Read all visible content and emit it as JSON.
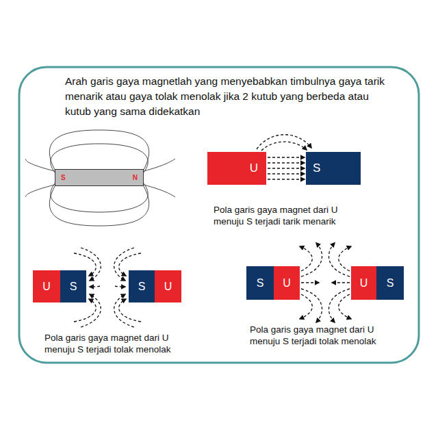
{
  "diagram": {
    "title": "Arah garis gaya magnetlah yang menyebabkan timbulnya gaya tarik menarik atau gaya tolak menolak jika 2 kutub yang berbeda atau kutub yang sama didekatkan",
    "nodes": [
      {
        "text": [
          "S",
          "N"
        ]
      },
      {
        "text": [
          "U"
        ]
      },
      {
        "text": [
          "S"
        ]
      },
      {
        "text": [
          "U"
        ]
      },
      {
        "text": [
          "S"
        ]
      },
      {
        "text": [
          "S"
        ]
      },
      {
        "text": [
          "U"
        ]
      },
      {
        "text": [
          "S"
        ]
      },
      {
        "text": [
          "U"
        ]
      },
      {
        "text": [
          "U"
        ]
      },
      {
        "text": [
          "S"
        ]
      }
    ],
    "edges": [
      {
        "from": 1,
        "to": 2,
        "arrow": "to"
      },
      {
        "from": 1,
        "to": 2,
        "arrow": "to"
      },
      {
        "from": 1,
        "to": 2,
        "arrow": "to"
      },
      {
        "from": 1,
        "to": 2,
        "arrow": "to"
      },
      {
        "from": 1,
        "to": 2,
        "arrow": "to"
      }
    ],
    "labels": [
      "Pola garis gaya magnet dari U menuju S terjadi tarik menarik",
      "Pola garis gaya magnet dari U menuju S terjadi tolak menolak",
      "Pola garis gaya magnet dari U menuju S terjadi tolak menolak"
    ]
  }
}
